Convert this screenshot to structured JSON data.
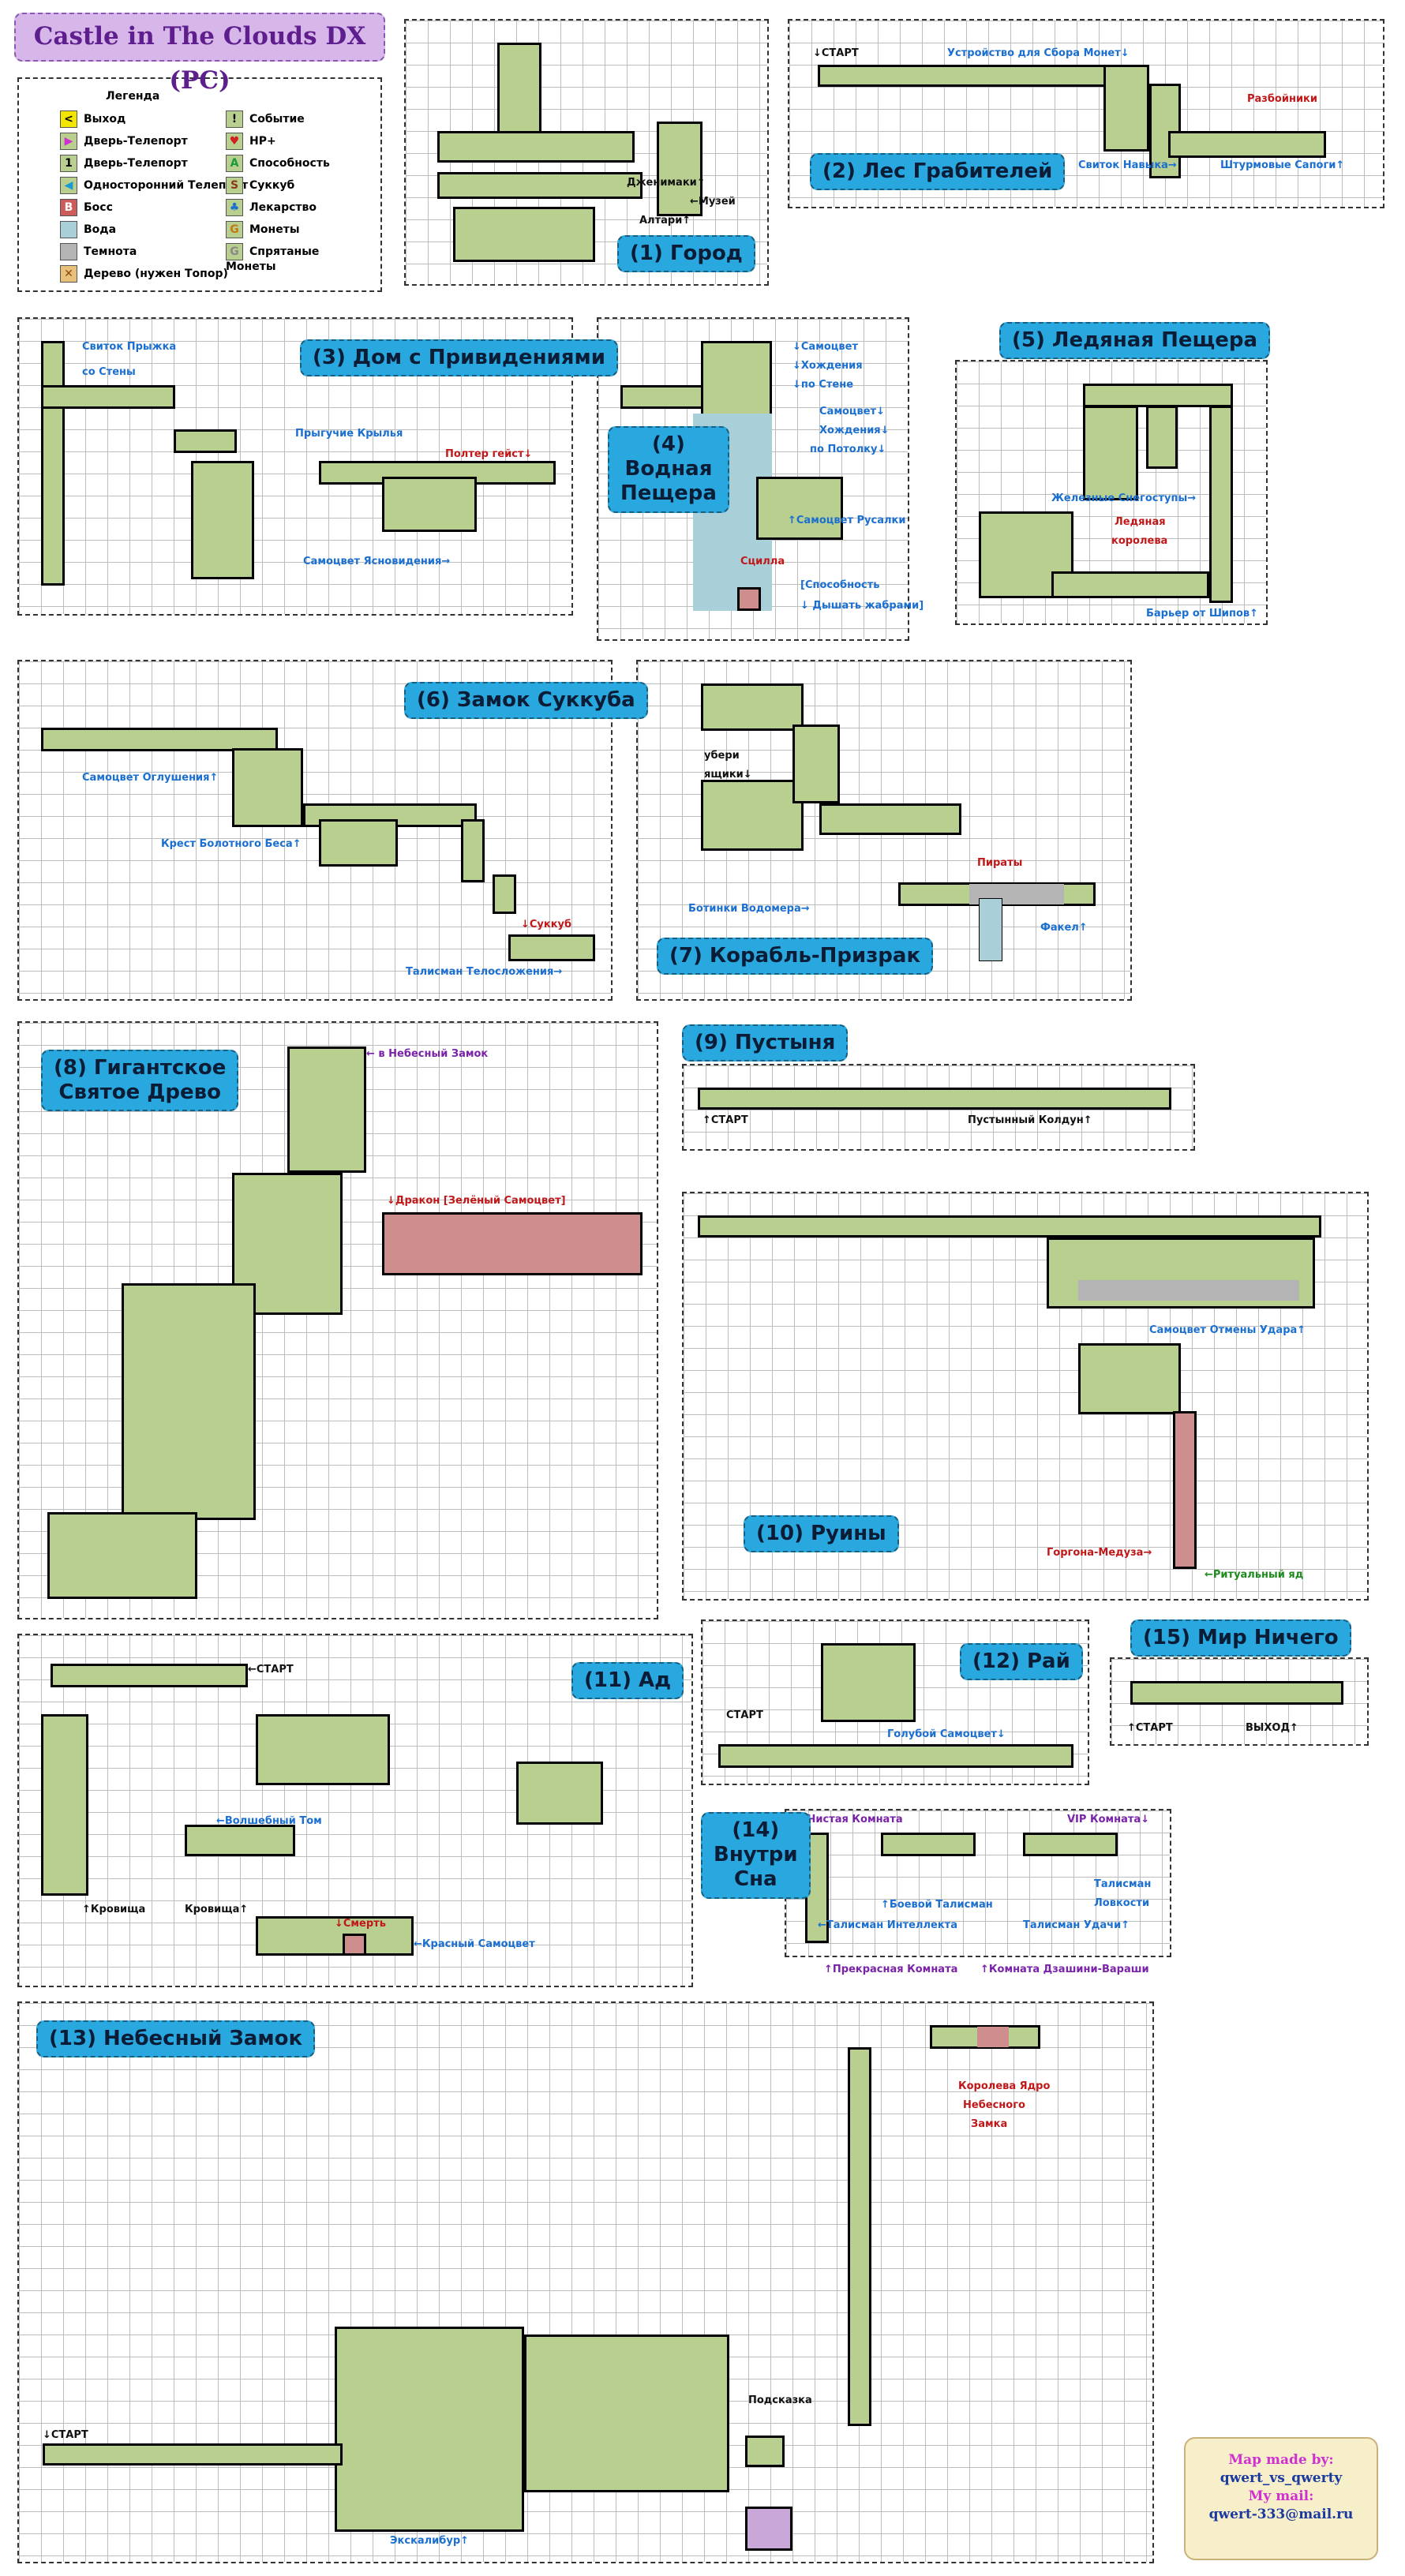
{
  "header": {
    "title": "Castle in The Clouds DX (PC)"
  },
  "legend": {
    "caption": "Легенда",
    "items_left": [
      "Выход",
      "Дверь-Телепорт",
      "Дверь-Телепорт",
      "Односторонний Телепорт",
      "Босс",
      "Вода",
      "Темнота",
      "Дерево (нужен Топор)"
    ],
    "items_right": [
      "Событие",
      "HP+",
      "Способность",
      "Суккуб",
      "Лекарство",
      "Монеты",
      "Спрятаные Монеты"
    ]
  },
  "maps": {
    "m1": {
      "title": "(1) Город",
      "labels": [
        "Дженимаки↑",
        "←Музей",
        "Алтари↑"
      ]
    },
    "m2": {
      "title": "(2) Лес Грабителей",
      "labels": [
        "↓СТАРТ",
        "Устройство для Сбора Монет↓",
        "Разбойники",
        "Свиток Навыка→",
        "Штурмовые Сапоги↑"
      ]
    },
    "m3": {
      "title": "(3) Дом с Привидениями",
      "labels": [
        "Свиток Прыжка",
        "со Стены",
        "Прыгучие Крылья",
        "Полтер гейст↓",
        "Самоцвет Ясновидения→"
      ]
    },
    "m4": {
      "title": "(4)\nВодная\nПещера",
      "labels": [
        "↓Самоцвет",
        "↓Хождения",
        "↓по Стене",
        "Самоцвет↓",
        "Хождения↓",
        "по Потолку↓",
        "↑Самоцвет Русалки",
        "Сцилла",
        "[Способность",
        "↓ Дышать жабрами]"
      ]
    },
    "m5": {
      "title": "(5) Ледяная Пещера",
      "labels": [
        "Железные Снегоступы→",
        "Ледяная",
        "королева",
        "Барьер от Шипов↑"
      ]
    },
    "m6": {
      "title": "(6) Замок Суккуба",
      "labels": [
        "Самоцвет Оглушения↑",
        "Крест Болотного Беса↑",
        "↓Суккуб",
        "Талисман Телосложения→"
      ]
    },
    "m7": {
      "title": "(7) Корабль-Призрак",
      "labels": [
        "убери",
        "ящики↓",
        "Пираты",
        "Ботинки Водомера→",
        "Факел↑"
      ]
    },
    "m8": {
      "title": "(8) Гигантское\nСвятое Древо",
      "labels": [
        "← в Небесный Замок",
        "↓Дракон [Зелёный Самоцвет]"
      ]
    },
    "m9": {
      "title": "(9) Пустыня",
      "labels": [
        "↑СТАРТ",
        "Пустынный Колдун↑"
      ]
    },
    "m10": {
      "title": "(10) Руины",
      "labels": [
        "Самоцвет Отмены Удара↑",
        "Горгона-Медуза→",
        "←Ритуальный яд"
      ]
    },
    "m11": {
      "title": "(11) Ад",
      "labels": [
        "←СТАРТ",
        "←Волшебный Том",
        "↑Кровища",
        "Кровища↑",
        "↓Смерть",
        "←Красный Самоцвет"
      ]
    },
    "m12": {
      "title": "(12) Рай",
      "labels": [
        "СТАРТ",
        "Голубой Самоцвет↓"
      ]
    },
    "m13": {
      "title": "(13) Небесный Замок",
      "labels": [
        "↓СТАРТ",
        "Экскалибур↑",
        "Подсказка",
        "Королева Ядро",
        "Небесного",
        "Замка"
      ]
    },
    "m14": {
      "title": "(14)\nВнутри\nСна",
      "labels": [
        "↓Чистая Комната",
        "VIP Комната↓",
        "↑Боевой Талисман",
        "←Талисман Интеллекта",
        "Талисман Удачи↑",
        "↑Прекрасная Комната",
        "↑Комната Дзашини-Вараши",
        "Талисман",
        "Ловкости"
      ]
    },
    "m15": {
      "title": "(15) Мир Ничего",
      "labels": [
        "↑СТАРТ",
        "ВЫХОД↑"
      ]
    }
  },
  "credit": {
    "line1": "Map made by:",
    "line2": "qwert_vs_qwerty",
    "line3": "My mail:",
    "line4": "qwert-333@mail.ru"
  },
  "colors": {
    "floor": "#b8cf8f",
    "title_bg": "#29a8e0",
    "water": "#a9d0d8",
    "boss": "#cf8e8e",
    "dark": "#b4b4b4"
  }
}
